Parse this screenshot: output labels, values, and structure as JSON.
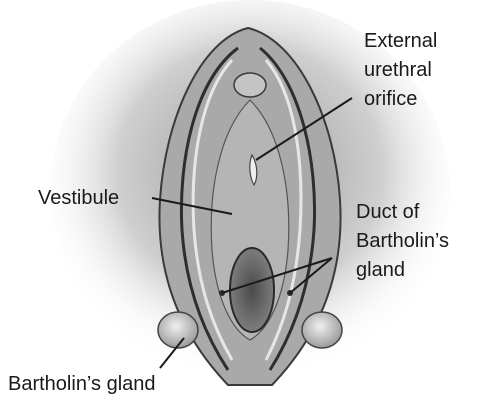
{
  "labels": {
    "urethral_line1": "External",
    "urethral_line2": "urethral",
    "urethral_line3": "orifice",
    "vestibule": "Vestibule",
    "duct_line1": "Duct of",
    "duct_line2": "Bartholin’s",
    "duct_line3": "gland",
    "bartholin_gland": "Bartholin’s gland"
  },
  "colors": {
    "ink": "#1a1a1a",
    "shade_dark": "#555555",
    "shade_mid": "#8a8a8a",
    "shade_light": "#c8c8c8",
    "background": "#ffffff"
  }
}
